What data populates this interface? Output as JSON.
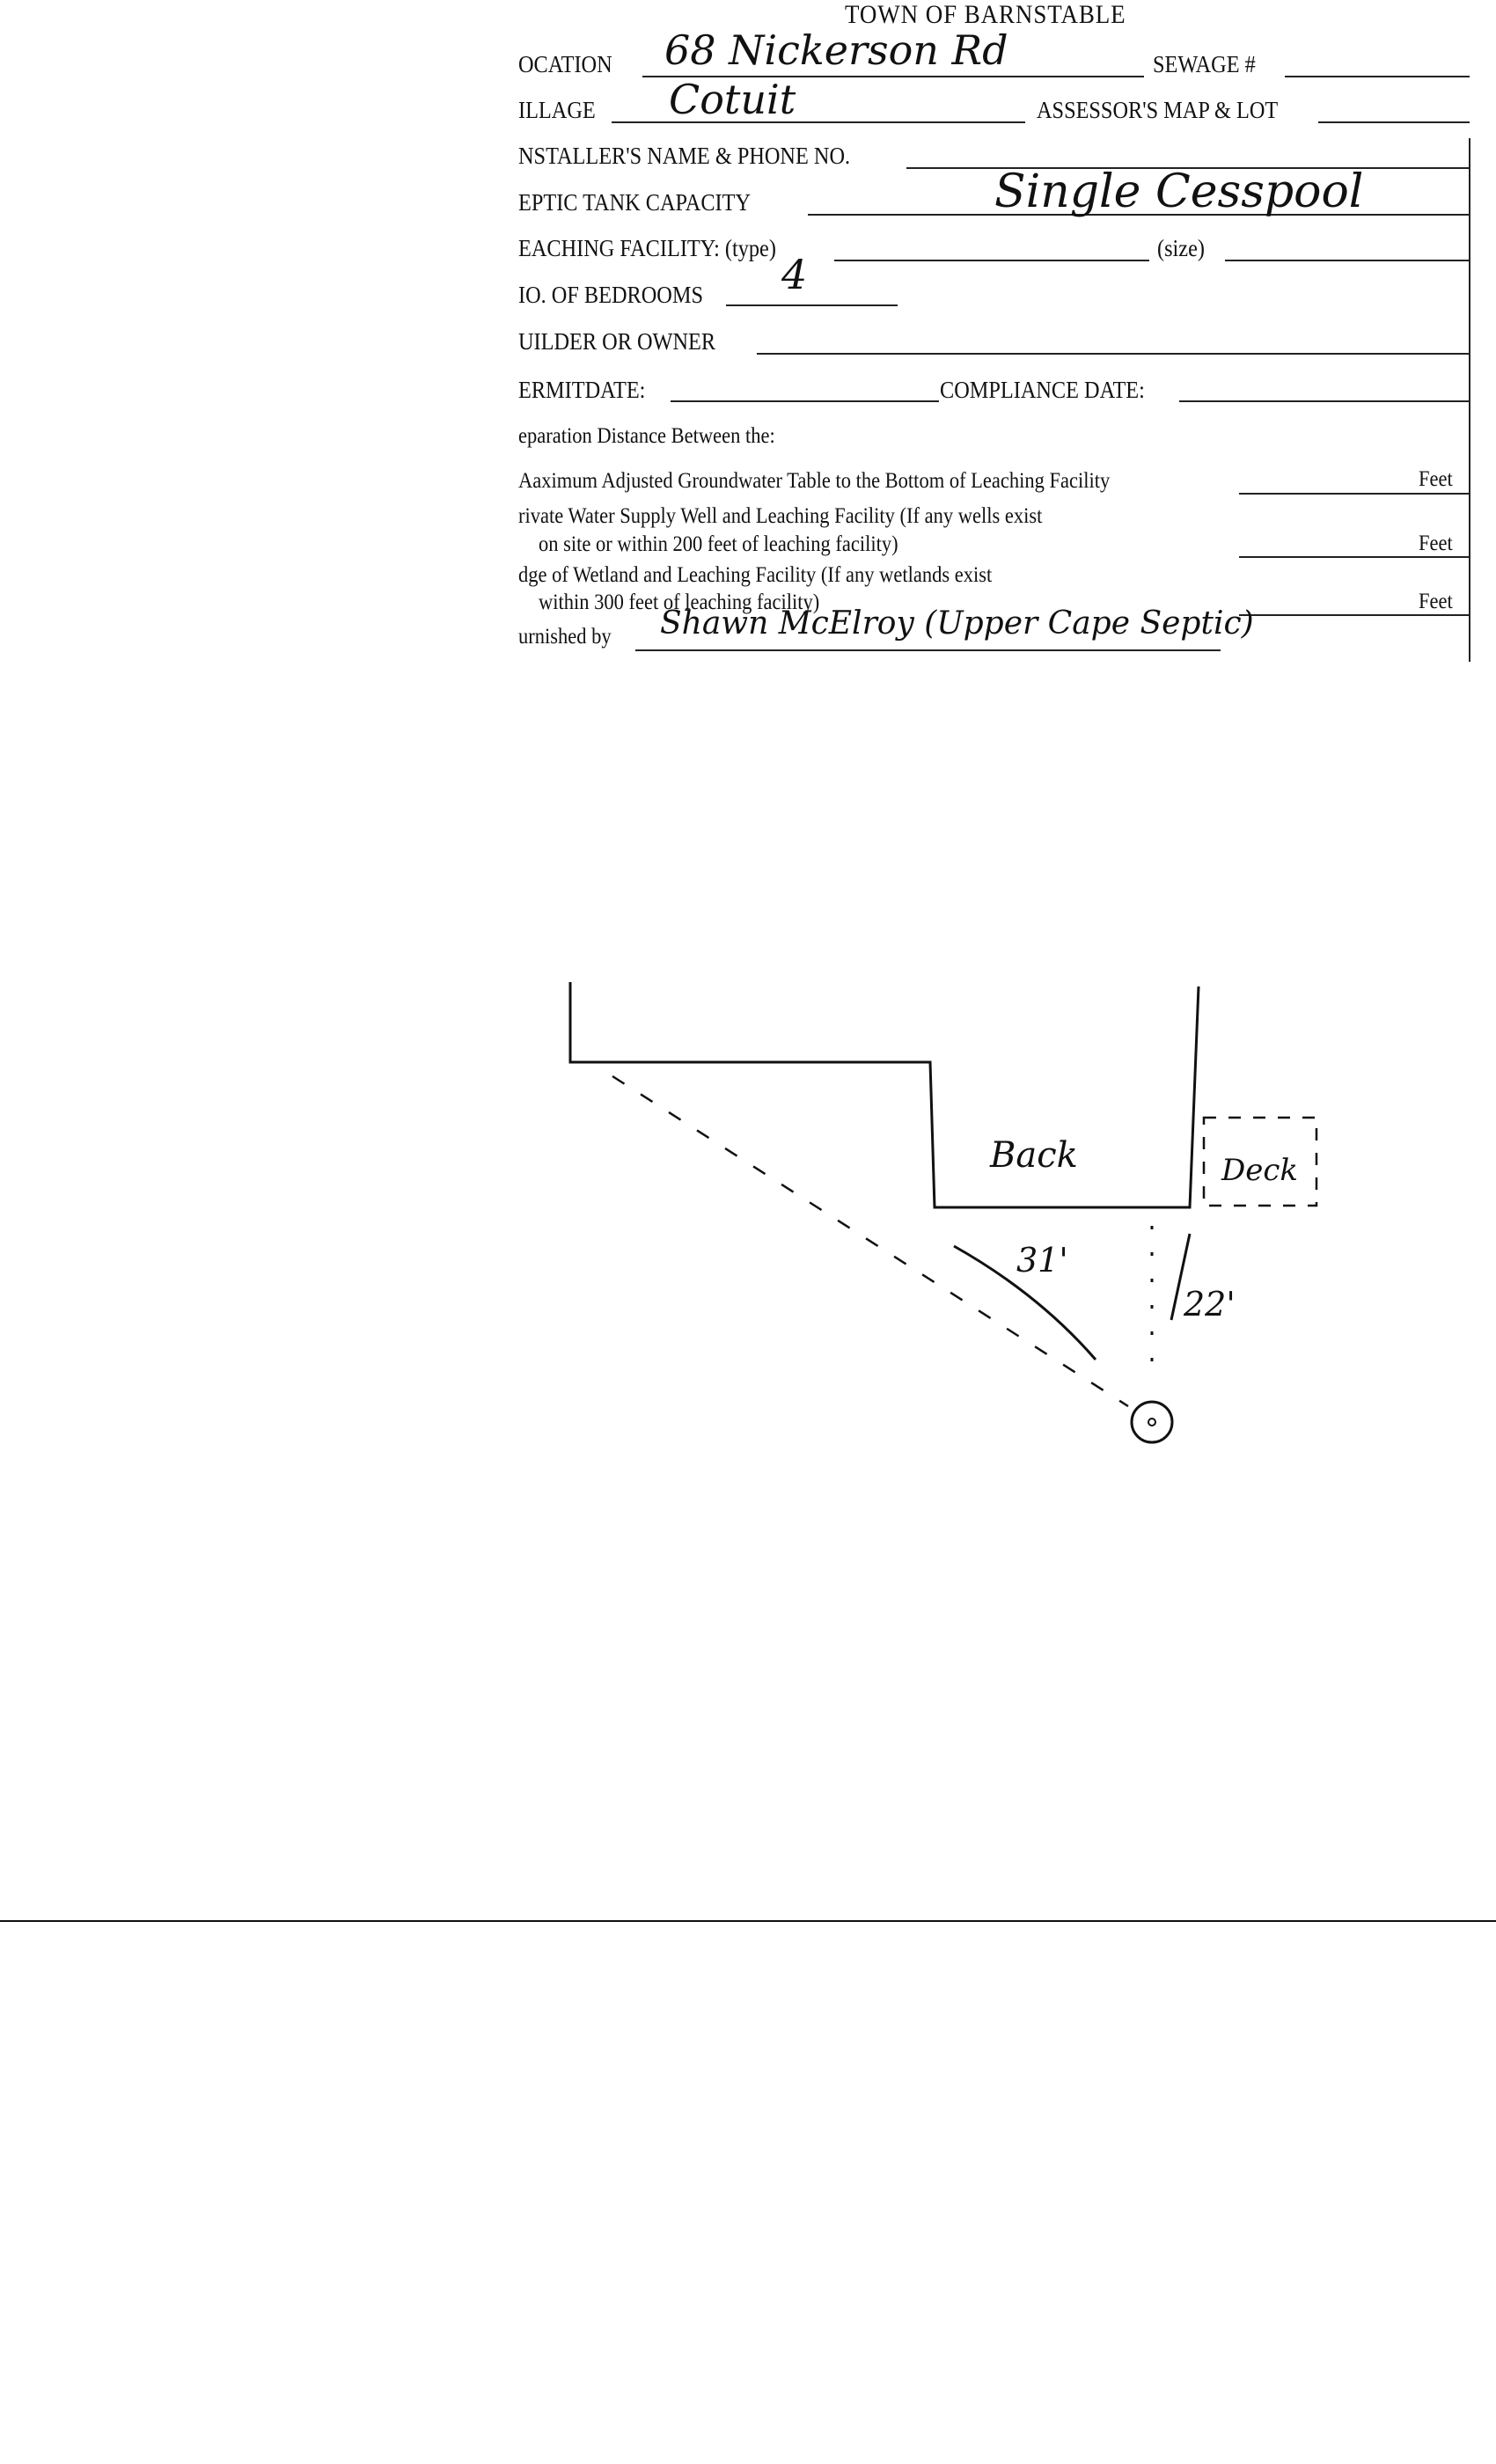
{
  "form": {
    "title": "TOWN OF BARNSTABLE",
    "location_label": "OCATION",
    "location_value": "68 Nickerson Rd",
    "sewage_label": "SEWAGE #",
    "village_label": "ILLAGE",
    "village_value": "Cotuit",
    "assessor_label": "ASSESSOR'S MAP & LOT",
    "installer_label": "NSTALLER'S NAME & PHONE NO.",
    "septic_label": "EPTIC TANK CAPACITY",
    "septic_value": "Single Cesspool",
    "leaching_label": "EACHING FACILITY: (type)",
    "size_label": "(size)",
    "bedrooms_label": "IO. OF BEDROOMS",
    "bedrooms_value": "4",
    "builder_label": "UILDER OR OWNER",
    "permit_label": "ERMITDATE:",
    "compliance_label": "COMPLIANCE DATE:",
    "separation_heading": "eparation Distance Between the:",
    "groundwater_label": "Aaximum Adjusted Groundwater Table to the Bottom of Leaching Facility",
    "well_label_1": "rivate Water Supply Well and Leaching Facility  (If any wells exist",
    "well_label_2": "on site or within 200 feet of leaching facility)",
    "wetland_label_1": "dge of Wetland and Leaching Facility (If any wetlands exist",
    "wetland_label_2": "within 300 feet of leaching facility)",
    "feet_label": "Feet",
    "furnished_label": "urnished by",
    "furnished_value": "Shawn McElroy (Upper Cape Septic)"
  },
  "sketch": {
    "back_label": "Back",
    "deck_label": "Deck",
    "distance_1": "31'",
    "distance_2": "22'"
  }
}
